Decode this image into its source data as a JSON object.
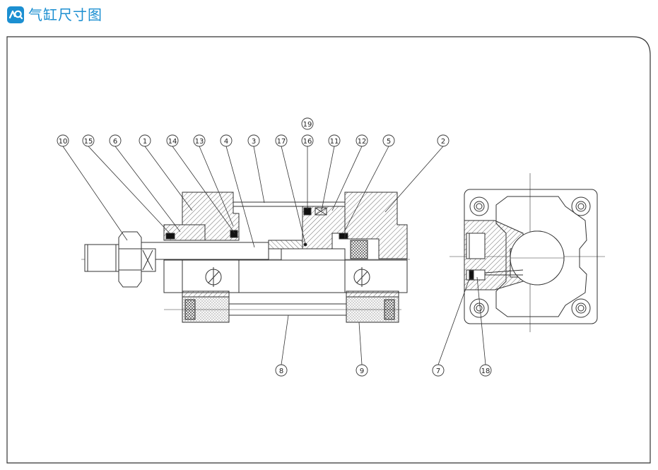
{
  "header": {
    "title": "气缸尺寸图",
    "logo_icon": "brand-logo-icon",
    "accent_color": "#1c8fd1"
  },
  "diagram": {
    "line_color": "#333333",
    "callouts": [
      "10",
      "15",
      "6",
      "1",
      "14",
      "13",
      "4",
      "3",
      "17",
      "19",
      "16",
      "11",
      "12",
      "5",
      "2",
      "8",
      "9",
      "7",
      "18"
    ]
  }
}
